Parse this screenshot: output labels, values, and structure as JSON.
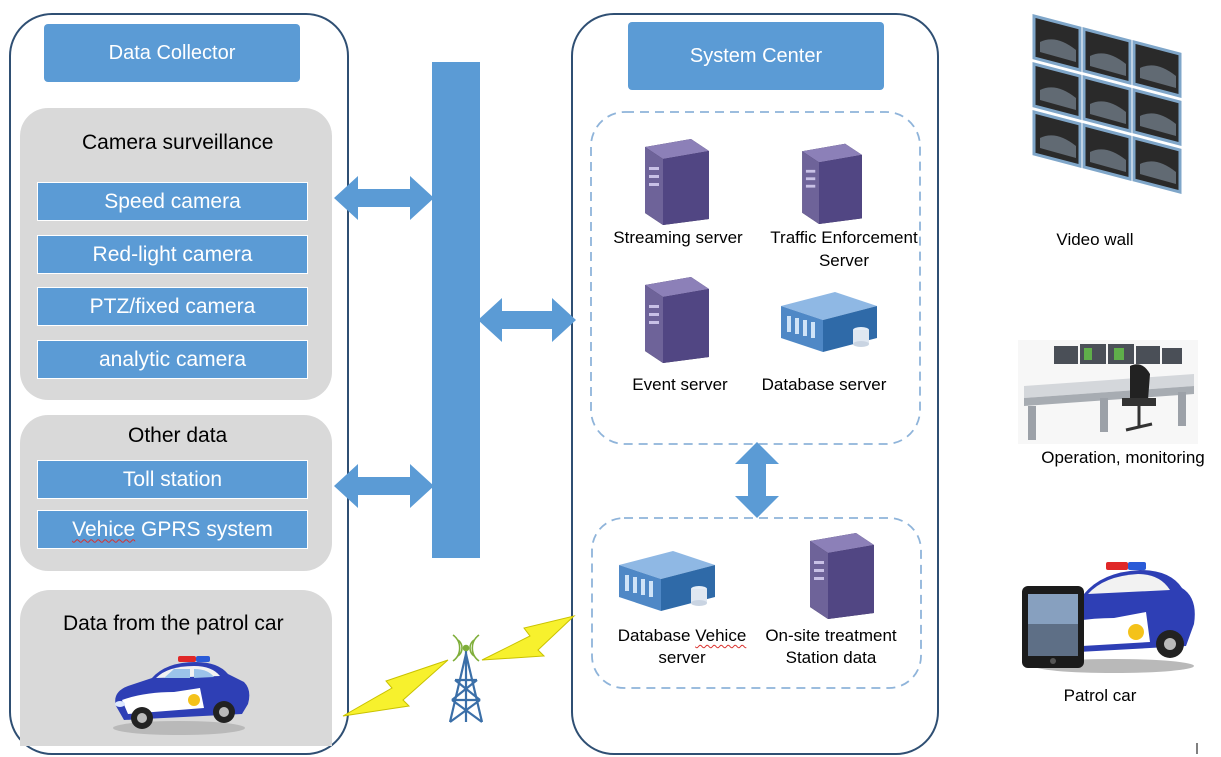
{
  "collector": {
    "title": "Data Collector",
    "camera_heading": "Camera surveillance",
    "cameras": [
      "Speed camera",
      "Red-light camera",
      "PTZ/fixed camera",
      "analytic camera"
    ],
    "other_heading": "Other data",
    "other_items": [
      "Toll station",
      "GPRS system"
    ],
    "other_item_prefix": "Vehice",
    "patrol_heading": "Data from the patrol car"
  },
  "center": {
    "title": "System Center",
    "servers_top": {
      "streaming": "Streaming server",
      "traffic_line1": "Traffic Enforcement",
      "traffic_line2": "Server",
      "event": "Event server",
      "database": "Database server"
    },
    "servers_bottom": {
      "db_vehice_line1_a": "Database",
      "db_vehice_line1_b": "Vehice",
      "db_vehice_line2": "server",
      "onsite_line1": "On-site treatment",
      "onsite_line2": "Station data"
    }
  },
  "right": {
    "video_wall": "Video wall",
    "operation": "Operation, monitoring",
    "patrol": "Patrol car"
  },
  "colors": {
    "accent": "#5b9bd5",
    "panel": "#d9d9d9",
    "frame": "#2f4f73",
    "dashed": "#8fb4da"
  }
}
